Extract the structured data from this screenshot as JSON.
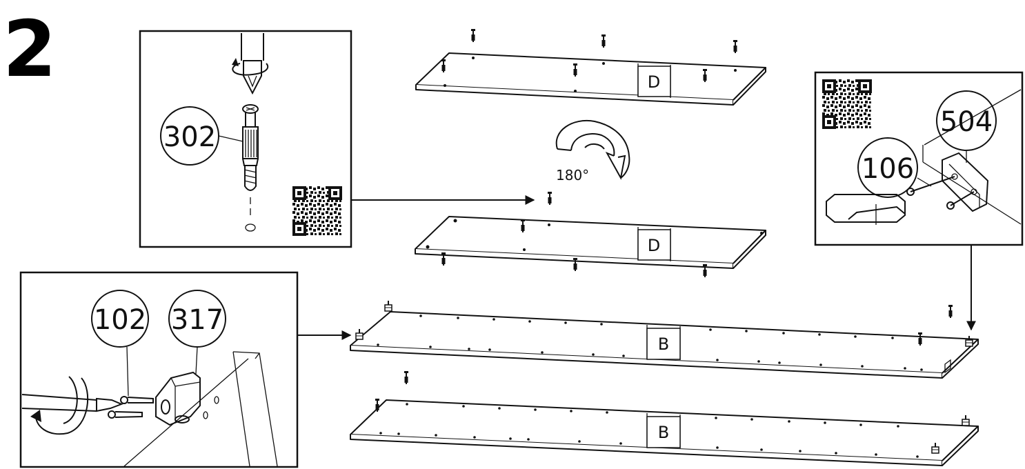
{
  "step": {
    "number": "2"
  },
  "callouts": {
    "c302": "302",
    "c102": "102",
    "c317": "317",
    "c504": "504",
    "c106": "106"
  },
  "panels": {
    "d_top": "D",
    "d_bottom": "D",
    "b_top": "B",
    "b_bottom": "B"
  },
  "rotation": {
    "label": "180°"
  },
  "icons": [
    "qr-code-icon",
    "rotate-arrow-icon",
    "screwdriver-icon",
    "cam-dowel-icon",
    "screw-icon",
    "corner-bracket-icon",
    "connector-bracket-icon"
  ]
}
